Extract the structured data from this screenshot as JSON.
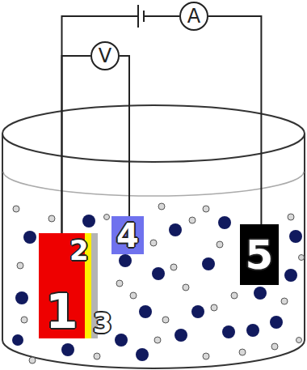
{
  "diagram": {
    "nodes": [
      {
        "text": [
          "A"
        ]
      },
      {
        "text": [
          "V"
        ]
      },
      {
        "text": [
          "1"
        ]
      },
      {
        "text": [
          "4"
        ]
      },
      {
        "text": [
          "5"
        ]
      }
    ],
    "edges": [
      {
        "from": 2,
        "to": 1,
        "arrow": "none"
      },
      {
        "from": 1,
        "to": 3,
        "arrow": "none"
      },
      {
        "from": 2,
        "to": 0,
        "arrow": "none"
      },
      {
        "from": 0,
        "to": 4,
        "arrow": "none"
      }
    ],
    "labels": [
      "2",
      "3"
    ]
  }
}
